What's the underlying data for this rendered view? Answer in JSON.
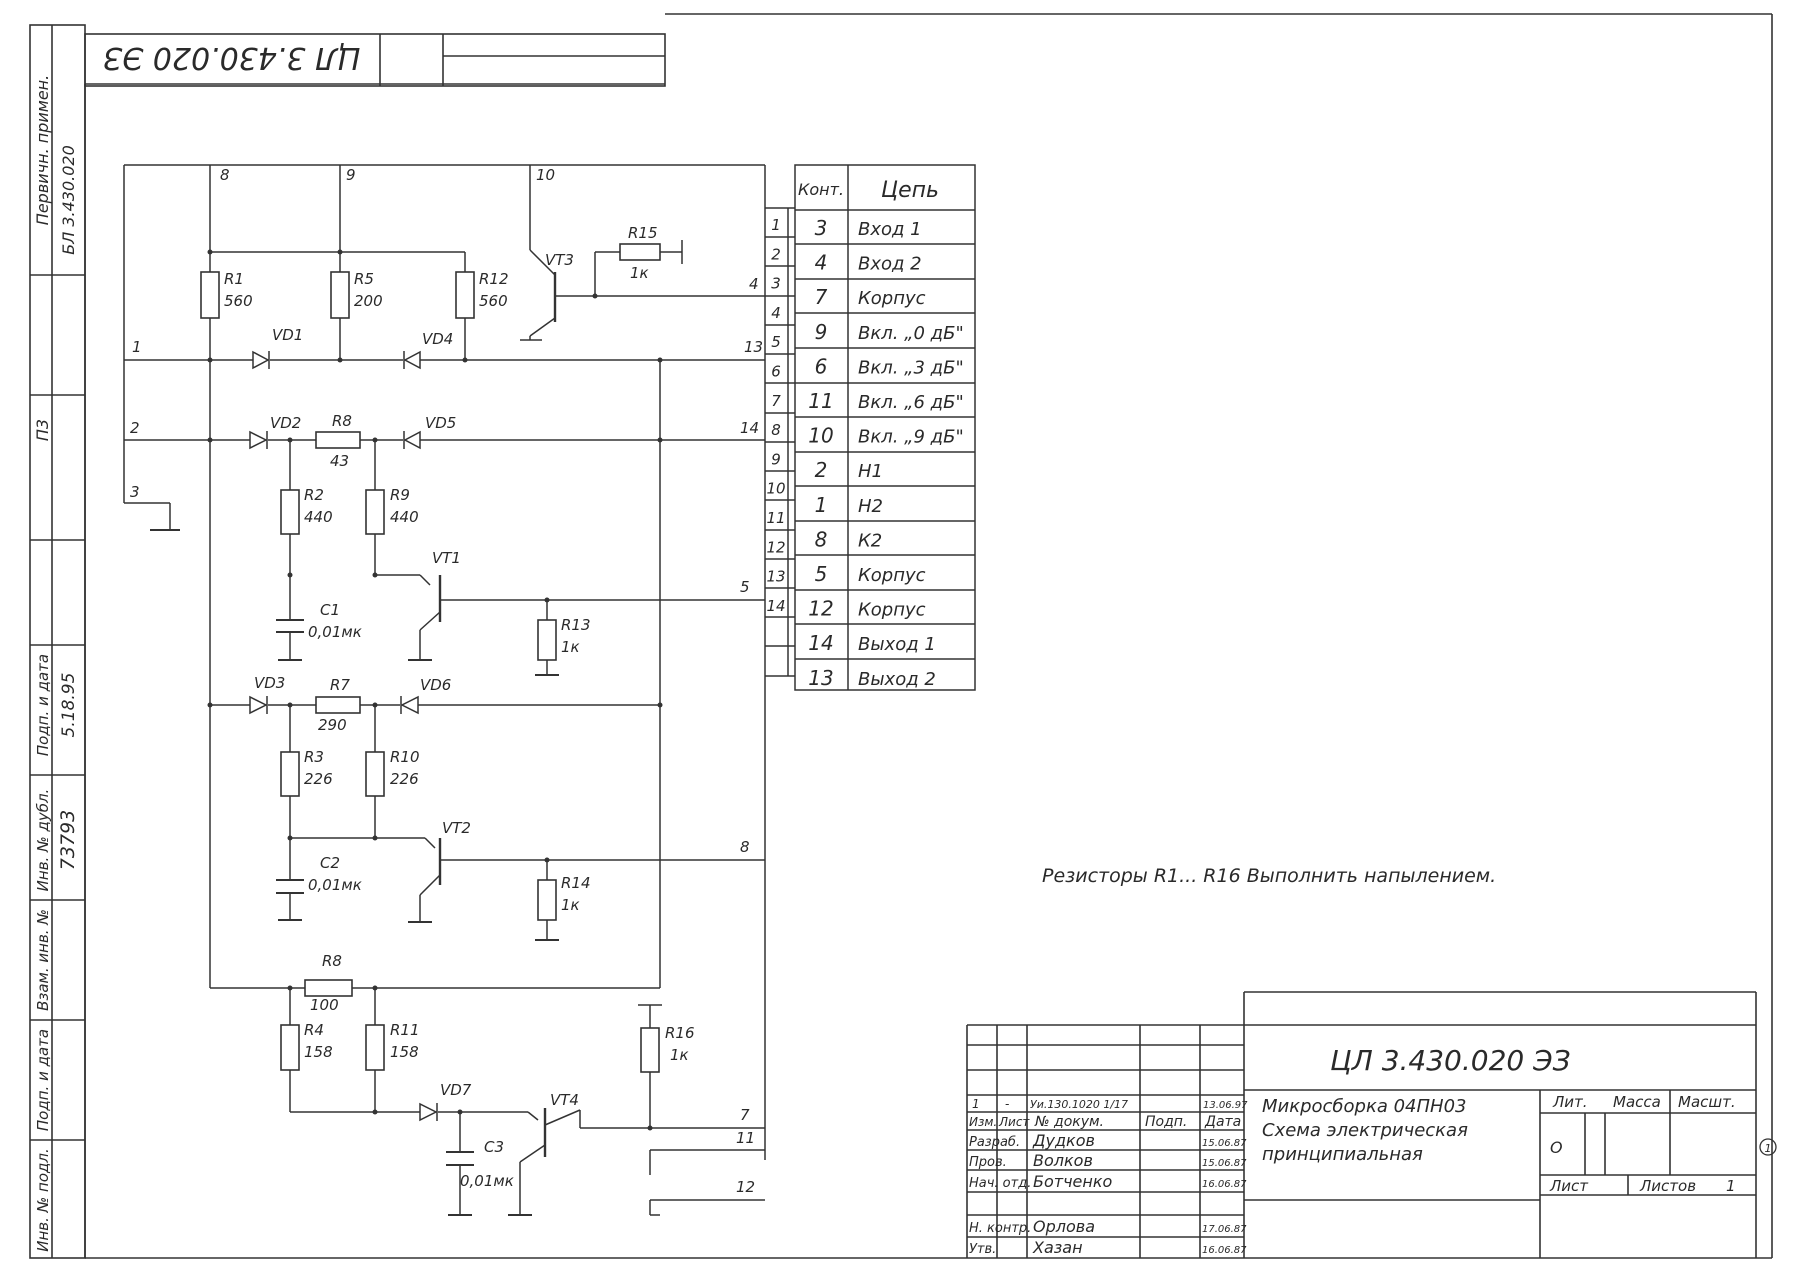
{
  "doc": {
    "code_stamp": "ЦЛ 3.430.020 ЭЗ",
    "note": "Резисторы R1... R16 Выполнить напылением."
  },
  "side_strip": {
    "first_use_label": "Первичн. примен.",
    "first_use_value": "БЛ 3.430.020",
    "inv_sign_label": "Инв. № подл.",
    "sign_date_label": "Подп. и дата",
    "replace_inv_label": "Взам. инв. №",
    "dup_inv_label": "Инв. № дубл.",
    "sign_date2_label": "Подп. и дата",
    "inv_value": "73793",
    "date_value": "5.18.95",
    "p3_label": "П3"
  },
  "schematic": {
    "pins_top": [
      "8",
      "9",
      "10"
    ],
    "pins_left": [
      "1",
      "2",
      "3"
    ],
    "pins_right": [
      "4",
      "13",
      "14",
      "5",
      "8",
      "7",
      "11",
      "12"
    ],
    "components": [
      {
        "ref": "R1",
        "val": "560"
      },
      {
        "ref": "R5",
        "val": "200"
      },
      {
        "ref": "R12",
        "val": "560"
      },
      {
        "ref": "R15",
        "val": "1к"
      },
      {
        "ref": "VT3"
      },
      {
        "ref": "VD1"
      },
      {
        "ref": "VD4"
      },
      {
        "ref": "VD2"
      },
      {
        "ref": "R8",
        "val": "43"
      },
      {
        "ref": "VD5"
      },
      {
        "ref": "R2",
        "val": "440"
      },
      {
        "ref": "R9",
        "val": "440"
      },
      {
        "ref": "VT1"
      },
      {
        "ref": "C1",
        "val": "0,01мк"
      },
      {
        "ref": "R13",
        "val": "1к"
      },
      {
        "ref": "VD3"
      },
      {
        "ref": "R7",
        "val": "290"
      },
      {
        "ref": "VD6"
      },
      {
        "ref": "R3",
        "val": "226"
      },
      {
        "ref": "R10",
        "val": "226"
      },
      {
        "ref": "VT2"
      },
      {
        "ref": "C2",
        "val": "0,01мк"
      },
      {
        "ref": "R14",
        "val": "1к"
      },
      {
        "ref": "R8",
        "val": "100"
      },
      {
        "ref": "R4",
        "val": "158"
      },
      {
        "ref": "R11",
        "val": "158"
      },
      {
        "ref": "VD7"
      },
      {
        "ref": "VT4"
      },
      {
        "ref": "C3",
        "val": "0,01мк"
      },
      {
        "ref": "R16",
        "val": "1к"
      }
    ]
  },
  "pin_table": {
    "header": [
      "Конт.",
      "Цепь"
    ],
    "row_numbers": [
      "1",
      "2",
      "3",
      "4",
      "5",
      "6",
      "7",
      "8",
      "9",
      "10",
      "11",
      "12",
      "13",
      "14"
    ],
    "rows": [
      {
        "c": "3",
        "n": "Вход 1"
      },
      {
        "c": "4",
        "n": "Вход 2"
      },
      {
        "c": "7",
        "n": "Корпус"
      },
      {
        "c": "9",
        "n": "Вкл. „0 дБ\""
      },
      {
        "c": "6",
        "n": "Вкл. „3 дБ\""
      },
      {
        "c": "11",
        "n": "Вкл. „6 дБ\""
      },
      {
        "c": "10",
        "n": "Вкл. „9 дБ\""
      },
      {
        "c": "2",
        "n": "Н1"
      },
      {
        "c": "1",
        "n": "Н2"
      },
      {
        "c": "8",
        "n": "К2"
      },
      {
        "c": "5",
        "n": "Корпус"
      },
      {
        "c": "12",
        "n": "Корпус"
      },
      {
        "c": "14",
        "n": "Выход 1"
      },
      {
        "c": "13",
        "n": "Выход 2"
      }
    ]
  },
  "title_block": {
    "code": "ЦЛ 3.430.020 ЭЗ",
    "title_lines": [
      "Микросборка 04ПН03",
      "Схема электрическая",
      "принципиальная"
    ],
    "lit_label": "Лит.",
    "mass_label": "Масса",
    "scale_label": "Масшт.",
    "lit_value": "О",
    "sheet_label": "Лист",
    "sheets_label": "Листов",
    "sheets_value": "1",
    "rev_row": {
      "a": "1",
      "b": "-",
      "c": "Уи.130.1020 1/17",
      "d": "",
      "e": "13.06.97"
    },
    "hdr_row": {
      "a": "Изм.",
      "b": "Лист",
      "c": "№ докум.",
      "d": "Подп.",
      "e": "Дата"
    },
    "people": [
      {
        "role": "Разраб.",
        "name": "Дудков",
        "date": "15.06.87"
      },
      {
        "role": "Пров.",
        "name": "Волков",
        "date": "15.06.87"
      },
      {
        "role": "Нач. отд.",
        "name": "Ботченко",
        "date": "16.06.87"
      },
      {
        "role": "Н. контр.",
        "name": "Орлова",
        "date": "17.06.87"
      },
      {
        "role": "Утв.",
        "name": "Хазан",
        "date": "16.06.87"
      }
    ],
    "circle_mark": "1"
  }
}
